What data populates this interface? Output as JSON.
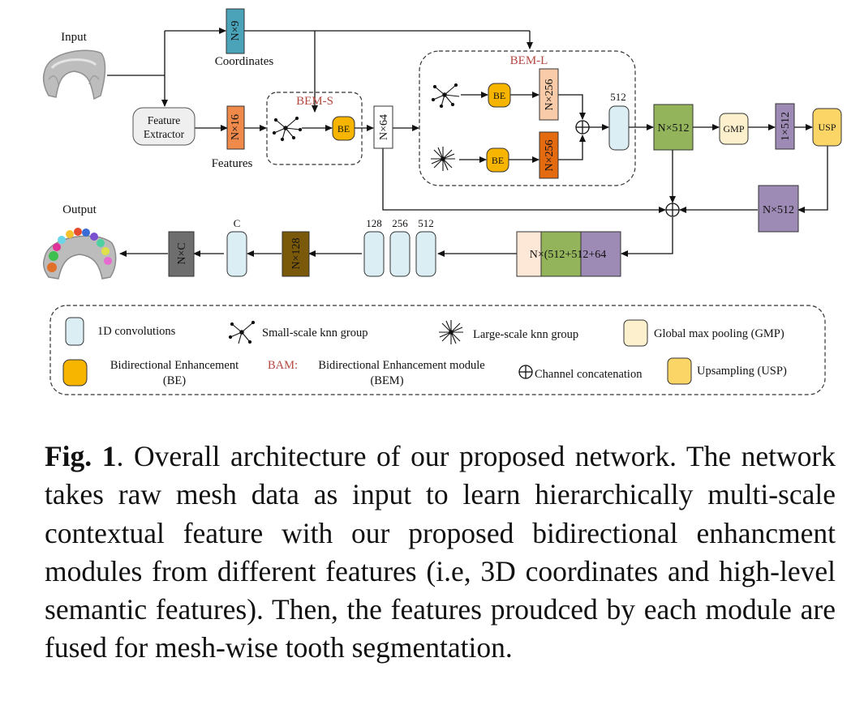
{
  "diagram": {
    "input_label": "Input",
    "output_label": "Output",
    "coords_dim": "N×9",
    "coords_label": "Coordinates",
    "feature_extractor": [
      "Feature",
      "Extractor"
    ],
    "features_dim": "N×16",
    "features_label": "Features",
    "bem_s_title": "BEM-S",
    "bem_l_title": "BEM-L",
    "be": "BE",
    "n64": "N×64",
    "n256_top": "N×256",
    "n256_bottom": "N×256",
    "conv512_label": "512",
    "n512": "N×512",
    "gmp": "GMP",
    "one512": "1×512",
    "usp": "USP",
    "n512_up": "N×512",
    "concat_feat": "N×(512+512+64",
    "conv_labels": [
      "128",
      "256",
      "512"
    ],
    "n128": "N×128",
    "c_label": "C",
    "nc": "N×C",
    "colors": {
      "coords": "#4aa3b8",
      "features": "#f08a4b",
      "be": "#f7b500",
      "conv": "#dbeef4",
      "n256_top": "#f9cba8",
      "n256_bottom": "#e46a10",
      "green": "#93b45b",
      "purple": "#9d8bb5",
      "gmp": "#fdf0cc",
      "usp": "#fbd667",
      "n128": "#7a5a0a",
      "nc": "#6e6e6e",
      "bem_title": "#b5473f"
    }
  },
  "legend": {
    "conv": "1D convolutions",
    "small_knn": "Small-scale knn group",
    "large_knn": "Large-scale knn group",
    "gmp": "Global max pooling (GMP)",
    "be": [
      "Bidirectional Enhancement",
      "(BE)"
    ],
    "bam_prefix": "BAM:",
    "bem": [
      "Bidirectional Enhancement module",
      "(BEM)"
    ],
    "concat": "Channel concatenation",
    "usp": "Upsampling (USP)"
  },
  "caption": {
    "fig_label": "Fig. 1",
    "text": ".  Overall architecture of our proposed network.  The network takes raw mesh data as input to learn hierarchically multi-scale contextual feature with our proposed bidirectional enhancment modules from different features (i.e, 3D coordinates and high-level semantic features).  Then, the features proudced by each module are fused for mesh-wise tooth segmentation."
  }
}
